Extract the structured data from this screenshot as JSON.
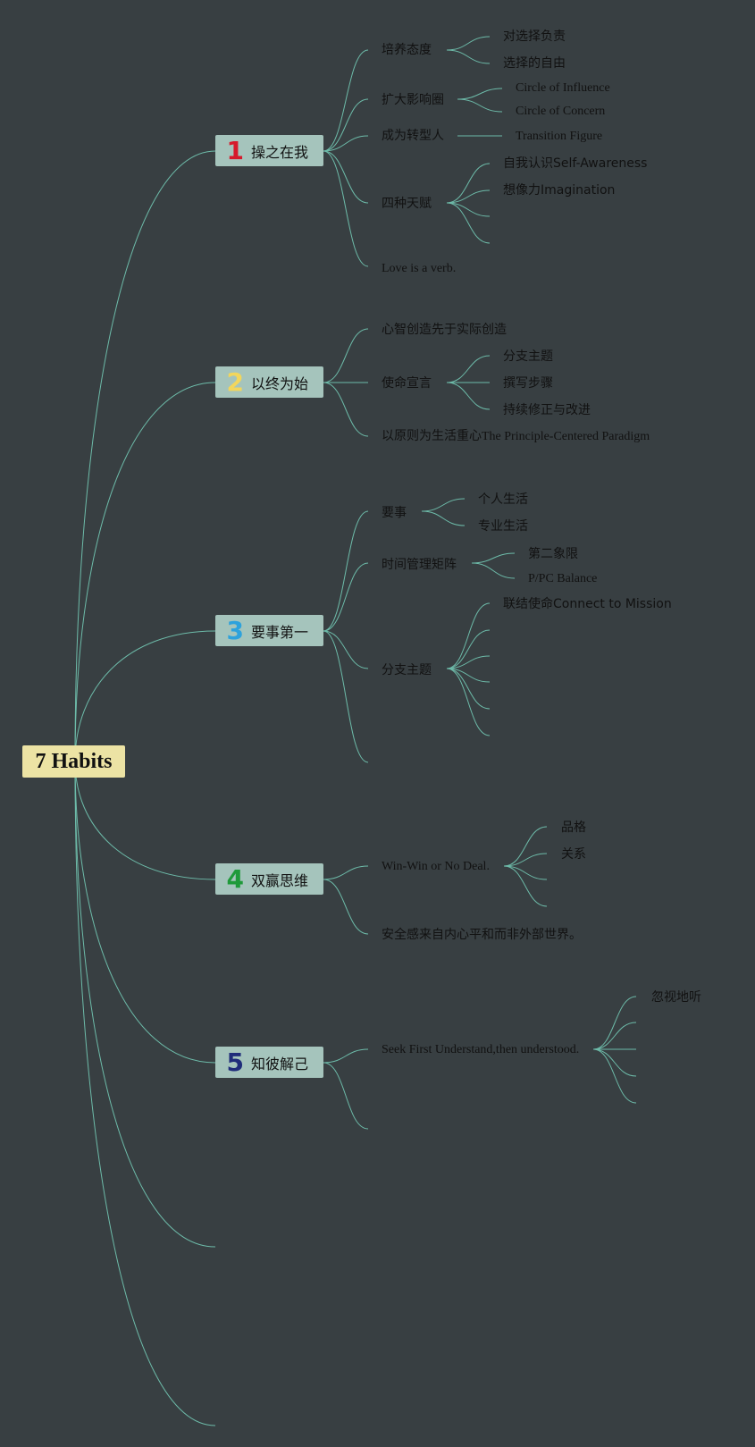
{
  "root": {
    "label": "7 Habits"
  },
  "colors": {
    "background": "#383f42",
    "link": "#6dbba9",
    "root_fill": "#ece3a4",
    "habit_fill": "#a5c4bc",
    "num1": "#d61a2c",
    "num2": "#f2d65c",
    "num3": "#2ea2dc",
    "num4": "#1f9a3a",
    "num5": "#1f2c7a"
  },
  "habits": [
    {
      "num": "1",
      "label": "操之在我"
    },
    {
      "num": "2",
      "label": "以终为始"
    },
    {
      "num": "3",
      "label": "要事第一"
    },
    {
      "num": "4",
      "label": "双赢思维"
    },
    {
      "num": "5",
      "label": "知彼解己"
    }
  ],
  "h1": {
    "attitude": "培养态度",
    "attitude_c1": "对选择负责",
    "attitude_c2": "选择的自由",
    "influence": "扩大影响圈",
    "influence_c1": "Circle of Influence",
    "influence_c2": "Circle of Concern",
    "transition": "成为转型人",
    "transition_c1": "Transition Figure",
    "gifts": "四种天赋",
    "gifts_c1": "自我认识Self-Awareness",
    "gifts_c2": "想像力Imagination",
    "love": "Love is a verb."
  },
  "h2": {
    "creation": "心智创造先于实际创造",
    "mission": "使命宣言",
    "mission_c1": "分支主题",
    "mission_c2": "撰写步骤",
    "mission_c3": "持续修正与改进",
    "principle": "以原则为生活重心The Principle-Centered Paradigm"
  },
  "h3": {
    "first": "要事",
    "first_c1": "个人生活",
    "first_c2": "专业生活",
    "matrix": "时间管理矩阵",
    "matrix_c1": "第二象限",
    "matrix_c2": "P/PC Balance",
    "branch": "分支主题",
    "branch_c1": "联结使命Connect to Mission"
  },
  "h4": {
    "winwin": "Win-Win or No Deal.",
    "winwin_c1": "品格",
    "winwin_c2": "关系",
    "security": "安全感来自内心平和而非外部世界。"
  },
  "h5": {
    "seek": "Seek First Understand,then understood.",
    "seek_c1": "忽视地听"
  }
}
